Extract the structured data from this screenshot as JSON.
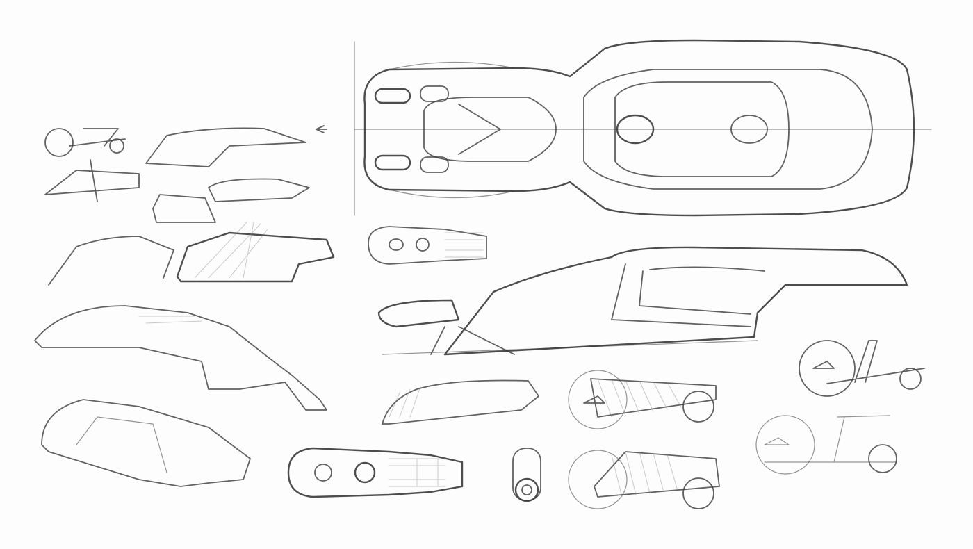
{
  "canvas": {
    "background": "#fdfdfd",
    "pencil": "#3a3a3a",
    "shade": "#8a8a8a"
  },
  "sketches": [
    "top-view-main-vehicle",
    "side-view-main-vehicle",
    "small-top-view-top",
    "small-top-view-bottom",
    "wheel-studies-left",
    "wheel-studies-right",
    "canopy-studies-left",
    "cylinder-study"
  ]
}
